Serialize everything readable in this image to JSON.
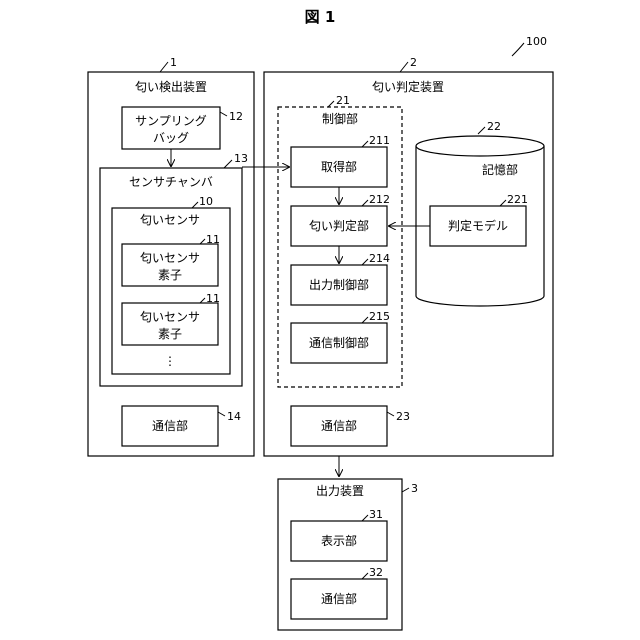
{
  "figure_title": "図 1",
  "system_ref": "100",
  "odor_detector": {
    "label": "匂い検出装置",
    "ref": "1"
  },
  "sampling_bag": {
    "line1": "サンプリング",
    "line2": "バッグ",
    "ref": "12"
  },
  "sensor_chamber": {
    "label": "センサチャンバ",
    "ref": "13"
  },
  "odor_sensor": {
    "label": "匂いセンサ",
    "ref": "10"
  },
  "sensor_element_1": {
    "line1": "匂いセンサ",
    "line2": "素子",
    "ref": "11"
  },
  "sensor_element_2": {
    "line1": "匂いセンサ",
    "line2": "素子",
    "ref": "11"
  },
  "ellipsis": "⋮",
  "detector_comm": {
    "label": "通信部",
    "ref": "14"
  },
  "odor_judgment_device": {
    "label": "匂い判定装置",
    "ref": "2"
  },
  "control_unit": {
    "label": "制御部",
    "ref": "21"
  },
  "acquisition_unit": {
    "label": "取得部",
    "ref": "211"
  },
  "odor_judgment_unit": {
    "label": "匂い判定部",
    "ref": "212"
  },
  "output_control_unit": {
    "label": "出力制御部",
    "ref": "214"
  },
  "comm_control_unit": {
    "label": "通信制御部",
    "ref": "215"
  },
  "storage_unit": {
    "label": "記憶部",
    "ref": "22"
  },
  "judgment_model": {
    "label": "判定モデル",
    "ref": "221"
  },
  "judgment_comm": {
    "label": "通信部",
    "ref": "23"
  },
  "output_device": {
    "label": "出力装置",
    "ref": "3"
  },
  "display_unit": {
    "label": "表示部",
    "ref": "31"
  },
  "output_comm": {
    "label": "通信部",
    "ref": "32"
  }
}
